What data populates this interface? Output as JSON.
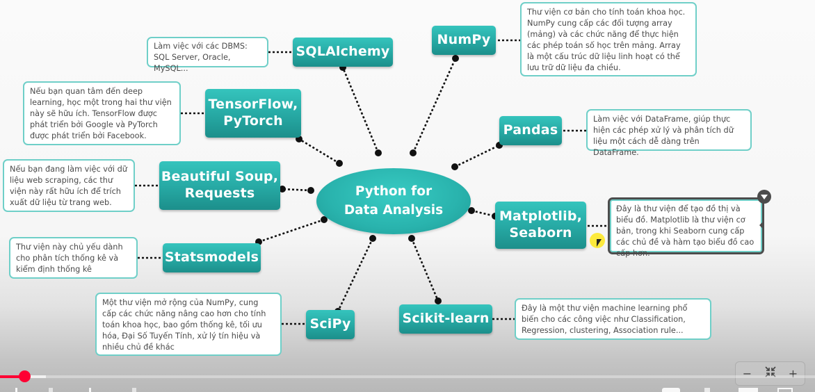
{
  "mindmap": {
    "center": {
      "label": "Python for\nData Analysis"
    },
    "branches": [
      {
        "id": "numpy",
        "label": "NumPy",
        "note": "Thư viện cơ bản cho tính toán khoa học. NumPy cung cấp các đối tượng array (mảng) và các chức năng để thực hiện các phép toán số học trên mảng. Array là một cấu trúc dữ liệu linh hoạt có thể lưu trữ dữ liệu đa chiều."
      },
      {
        "id": "sqlalchemy",
        "label": "SQLAlchemy",
        "note": "Làm việc với các DBMS: SQL Server, Oracle, MySQL..."
      },
      {
        "id": "tensorflow",
        "label": "TensorFlow,\nPyTorch",
        "note": "Nếu bạn quan tâm đến deep learning, học một trong hai thư viện này sẽ hữu ích. TensorFlow được phát triển bởi Google và PyTorch được phát triển bởi Facebook."
      },
      {
        "id": "pandas",
        "label": "Pandas",
        "note": "Làm việc với DataFrame, giúp thực hiện các phép xử lý và phân tích dữ liệu một cách dễ dàng trên DataFrame."
      },
      {
        "id": "beautifulsoup",
        "label": "Beautiful Soup,\nRequests",
        "note": "Nếu bạn đang làm việc với dữ liệu web scraping, các thư viện này rất hữu ích để trích xuất dữ liệu từ trang web."
      },
      {
        "id": "matplotlib",
        "label": "Matplotlib,\nSeaborn",
        "note": "Đây là thư viện để tạo đồ thị và biểu đồ. Matplotlib là thư viện cơ bản, trong khi Seaborn cung cấp các chủ đề và hàm tạo biểu đồ cao cấp hơn."
      },
      {
        "id": "statsmodels",
        "label": "Statsmodels",
        "note": "Thư viện này chủ yếu dành cho phân tích thống kê và kiểm định thống kê"
      },
      {
        "id": "scipy",
        "label": "SciPy",
        "note": "Một thư viện mở rộng của NumPy, cung cấp các chức năng nâng cao hơn cho tính toán khoa học, bao gồm thống kê, tối ưu hóa, Đại Số Tuyến Tính, xử lý tín hiệu và nhiều chủ đề khác"
      },
      {
        "id": "scikitlearn",
        "label": "Scikit-learn",
        "note": "Đây là một thư viện machine learning phổ biến cho các công việc như Classification, Regression, clustering, Association rule..."
      }
    ],
    "selected": "matplotlib"
  },
  "zoom_controls": {
    "zoom_out": "−",
    "fit": "fit-icon",
    "zoom_in": "+"
  },
  "video": {
    "progress_fraction": 0.03,
    "buffered_fraction": 0.056
  },
  "colors": {
    "node": "#26a8a3",
    "note_border": "#6fcfc8",
    "progress": "#ff0033",
    "selected_border": "#4b4b4b"
  }
}
